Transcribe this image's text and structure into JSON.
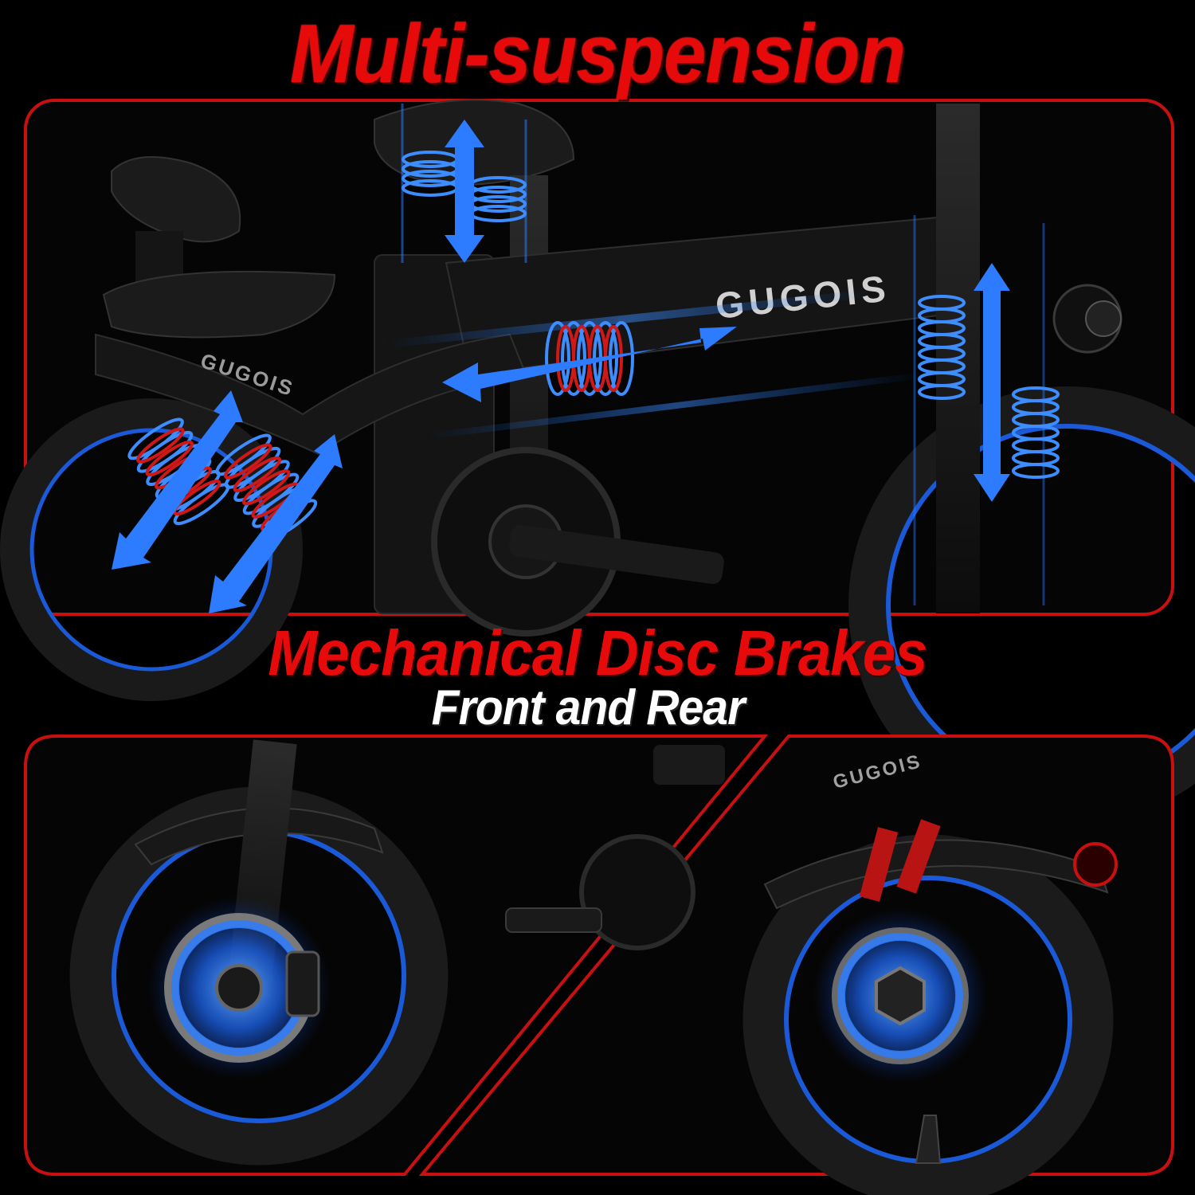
{
  "headline_top": "Multi-suspension",
  "headline_mid": "Mechanical Disc Brakes",
  "headline_sub": "Front and Rear",
  "brand_marks": [
    "GUGOIS",
    "GUGOIS",
    "GUGOIS"
  ],
  "colors": {
    "background": "#000000",
    "headline_red": "#e60a0a",
    "headline_white": "#ffffff",
    "frame_border_red": "#c81010",
    "spring_blue": "#1e78ff",
    "spring_red": "#d01818",
    "bike_black": "#141414"
  },
  "icons": {
    "top_panel": [
      "seat-suspension-spring-icon",
      "frame-suspension-spring-icon",
      "front-fork-spring-icon",
      "rear-suspension-spring-icon",
      "double-arrow-icon"
    ],
    "bottom_panels": [
      "front-disc-brake-icon",
      "rear-disc-brake-icon"
    ]
  }
}
